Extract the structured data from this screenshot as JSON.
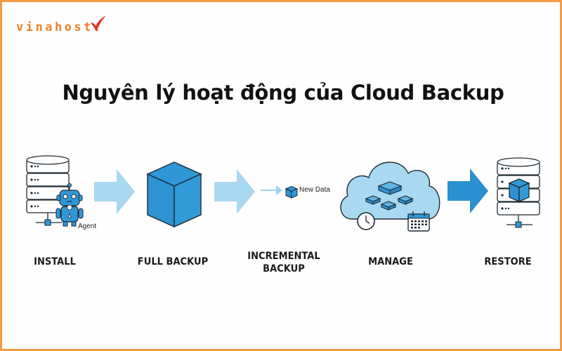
{
  "brand": {
    "logo_text": "vinahost.",
    "logo_color": "#ef7f2a",
    "check_color": "#e53a2c",
    "border_color": "#f29a45"
  },
  "title": "Nguyên lý hoạt động của Cloud Backup",
  "colors": {
    "primary_blue": "#2f97d6",
    "light_blue": "#a9d8f1",
    "arrow_light": "#9fd3ef",
    "arrow_dark": "#2a90d0",
    "outline": "#1e2a33"
  },
  "steps": [
    {
      "id": "install",
      "label": "INSTALL",
      "icon": "server-with-agent-icon",
      "annotation": "Agent"
    },
    {
      "id": "full-backup",
      "label": "FULL BACKUP",
      "icon": "cube-icon"
    },
    {
      "id": "incremental-backup",
      "label_line1": "INCREMENTAL",
      "label_line2": "BACKUP",
      "icon": "small-cube-icon",
      "annotation": "New Data"
    },
    {
      "id": "manage",
      "label": "MANAGE",
      "icon": "cloud-storage-icon"
    },
    {
      "id": "restore",
      "label": "RESTORE",
      "icon": "server-restore-icon"
    }
  ]
}
